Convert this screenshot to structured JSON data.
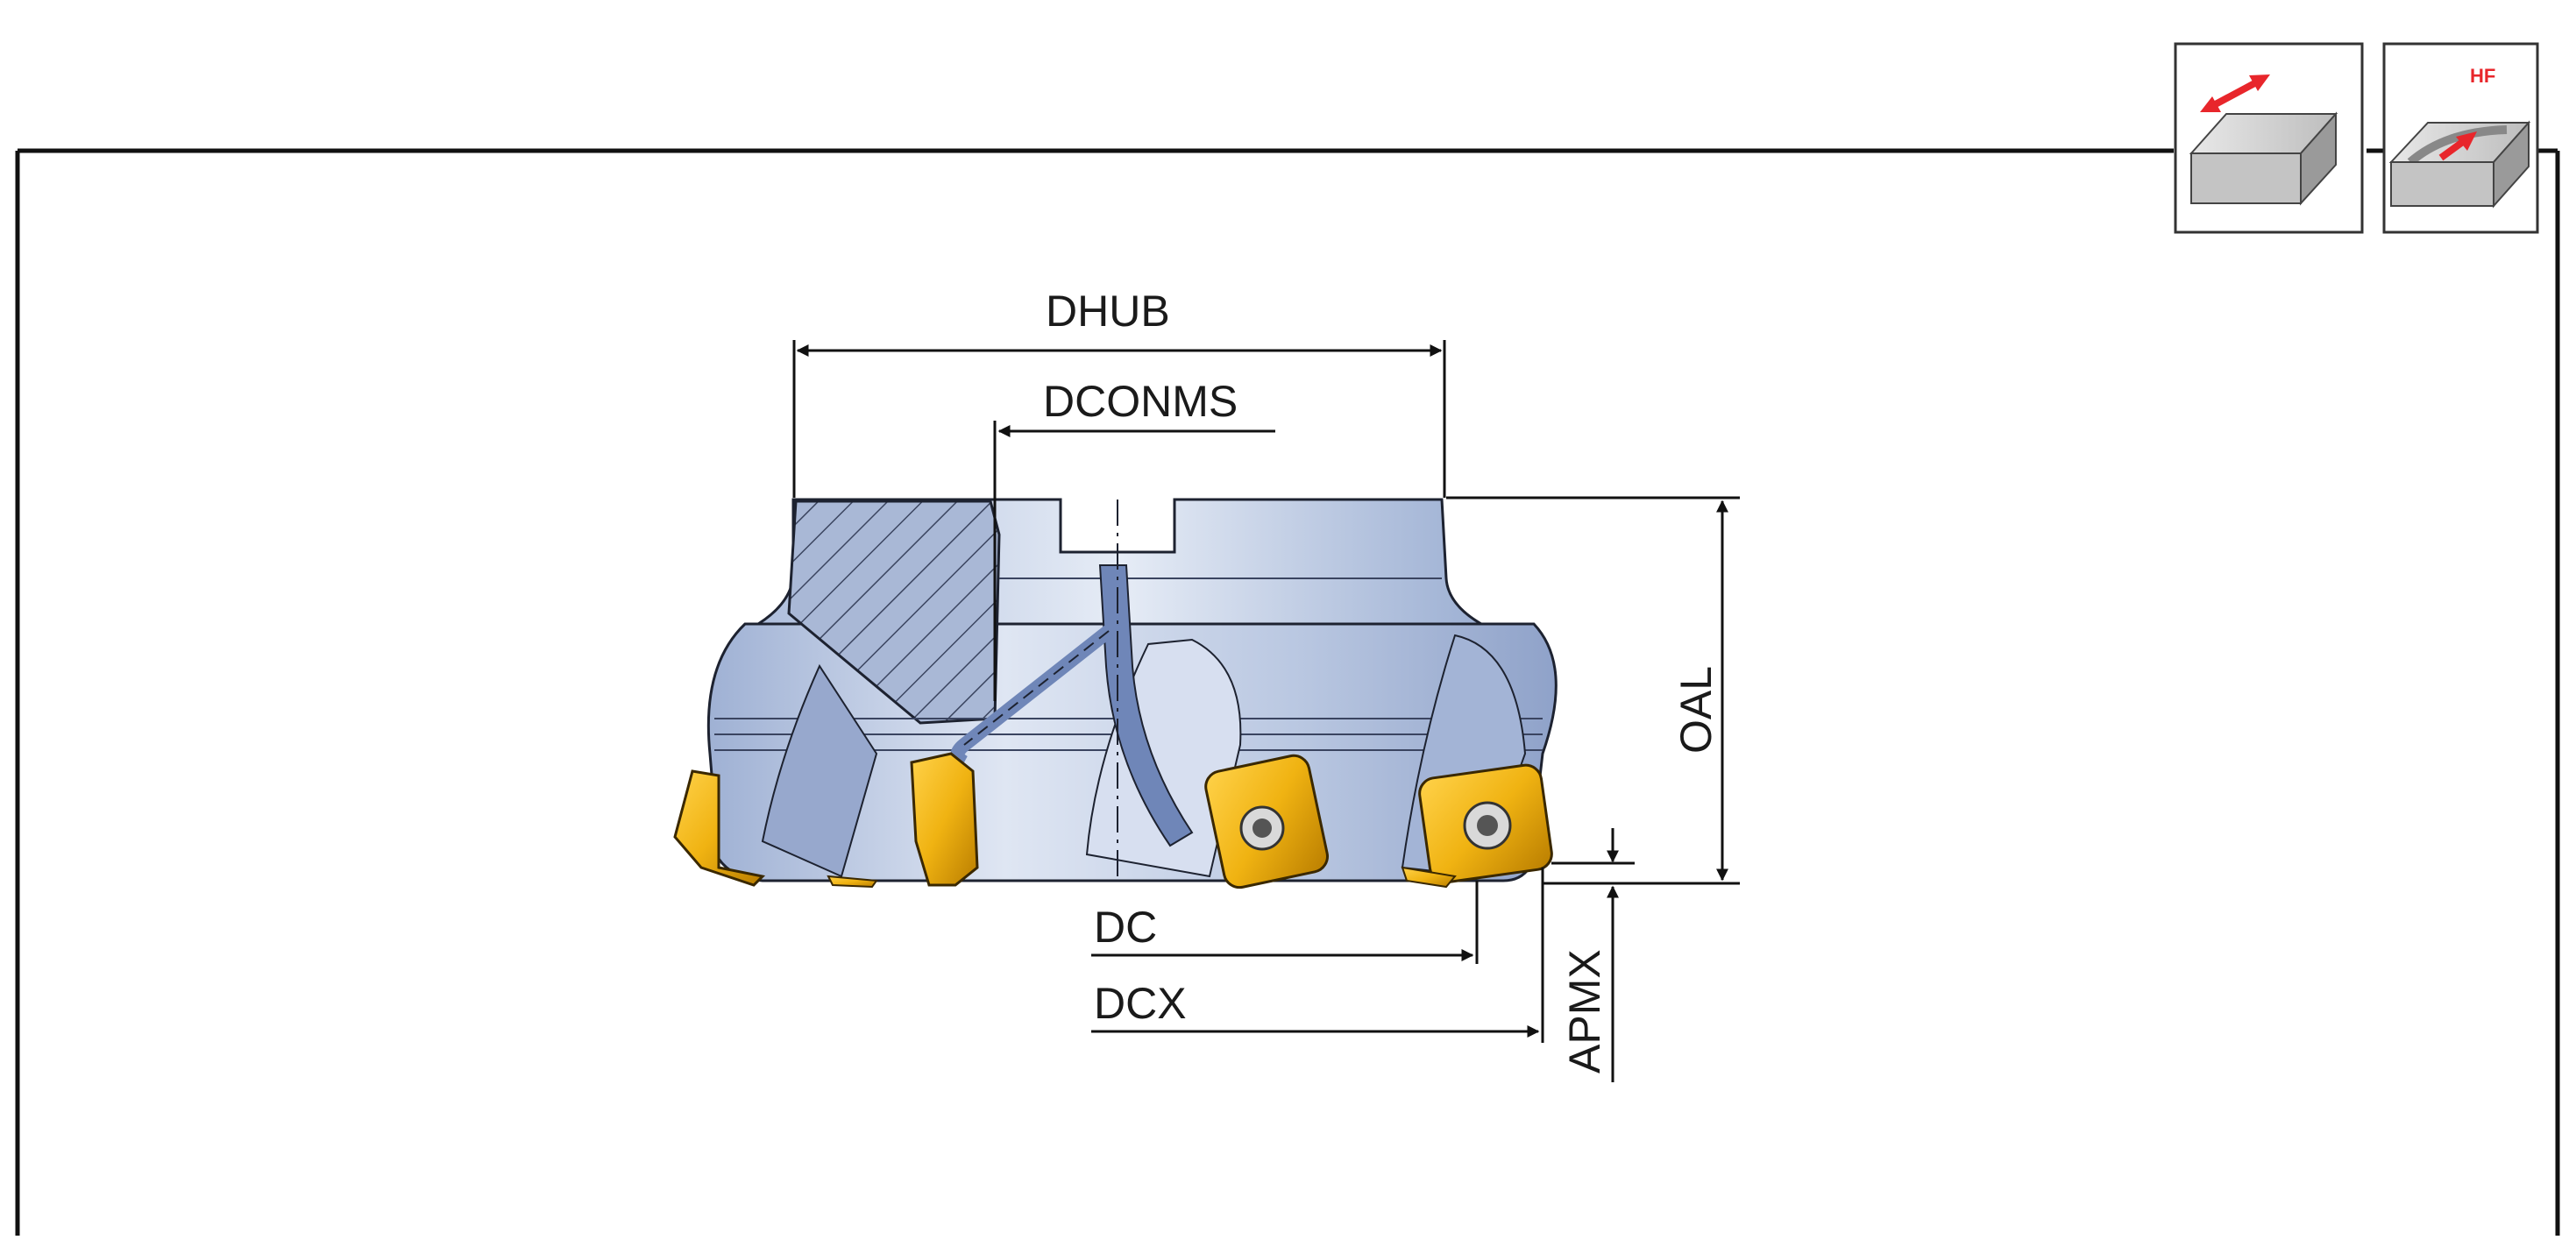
{
  "diagram": {
    "dimensions": {
      "dhub": "DHUB",
      "dconms": "DCONMS",
      "oal": "OAL",
      "dc": "DC",
      "dcx": "DCX",
      "apmx": "APMX"
    },
    "icons": {
      "hf_badge": "HF",
      "hf_color": "#e8262b"
    },
    "colors": {
      "body": "#b4c3df",
      "insert": "#f0b312",
      "line": "#111111"
    }
  }
}
